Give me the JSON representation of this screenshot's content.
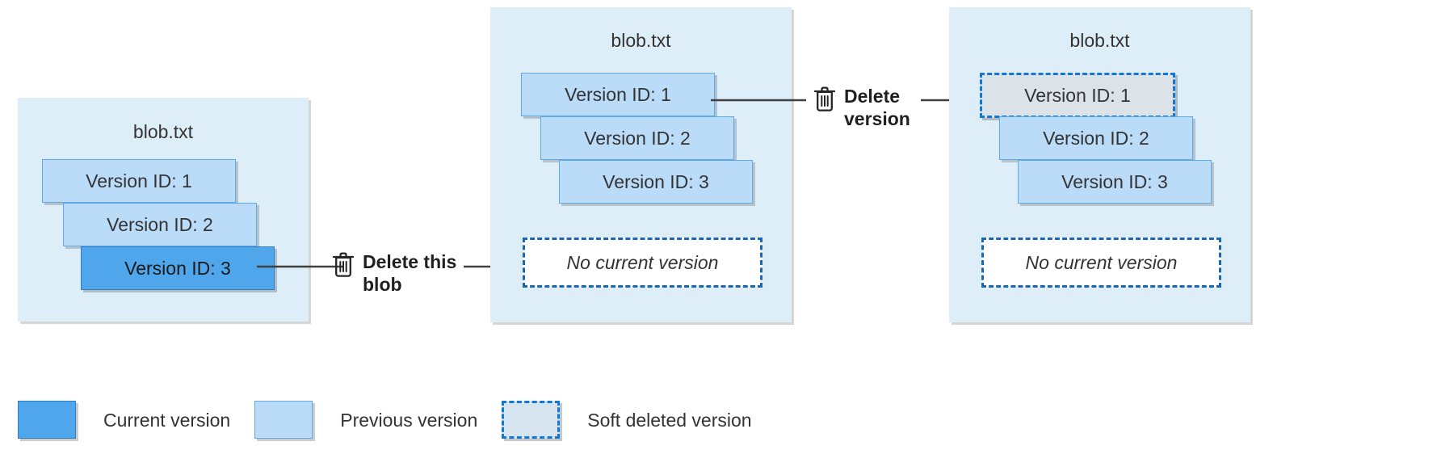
{
  "diagram": {
    "title_hidden": "Blob versioning delete behavior",
    "panels": [
      {
        "id": "panel-1",
        "blob_name": "blob.txt",
        "versions": [
          {
            "label": "Version ID: 1",
            "state": "previous"
          },
          {
            "label": "Version ID: 2",
            "state": "previous"
          },
          {
            "label": "Version ID: 3",
            "state": "current"
          }
        ],
        "placeholder": null
      },
      {
        "id": "panel-2",
        "blob_name": "blob.txt",
        "versions": [
          {
            "label": "Version ID: 1",
            "state": "previous"
          },
          {
            "label": "Version ID: 2",
            "state": "previous"
          },
          {
            "label": "Version ID: 3",
            "state": "previous"
          }
        ],
        "placeholder": "No current version"
      },
      {
        "id": "panel-3",
        "blob_name": "blob.txt",
        "versions": [
          {
            "label": "Version ID: 1",
            "state": "softdeleted"
          },
          {
            "label": "Version ID: 2",
            "state": "previous"
          },
          {
            "label": "Version ID: 3",
            "state": "previous"
          }
        ],
        "placeholder": "No current version"
      }
    ],
    "actions": [
      {
        "id": "action-delete-blob",
        "icon": "trash-icon",
        "line1": "Delete this",
        "line2": "blob"
      },
      {
        "id": "action-delete-version",
        "icon": "trash-icon",
        "line1": "Delete",
        "line2": "version"
      }
    ]
  },
  "legend": {
    "items": [
      {
        "swatch": "current",
        "label": "Current version"
      },
      {
        "swatch": "previous",
        "label": "Previous version"
      },
      {
        "swatch": "softdeleted",
        "label": "Soft deleted version"
      }
    ]
  },
  "colors": {
    "panel_background": "#DEEEF9",
    "current_version": "#4FA6EA",
    "previous_version": "#BBDCF8",
    "soft_deleted_fill": "#DCE3E8",
    "soft_deleted_border": "#1477D4",
    "placeholder_border": "#1766B8",
    "connector": "#404040",
    "text": "#333333"
  }
}
